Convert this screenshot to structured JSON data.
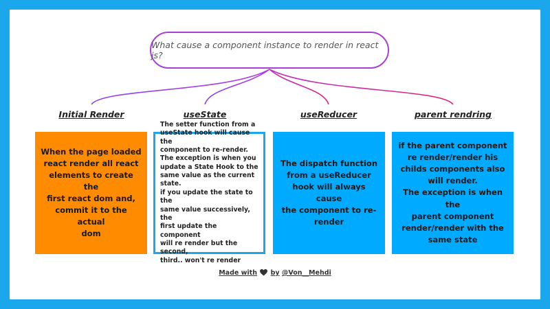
{
  "question": "What cause a component instance to render in react js?",
  "branches": [
    {
      "heading": "Initial Render",
      "text": "When the page loaded\nreact render all react\nelements to create the\nfirst react dom and,\ncommit it to the actual\ndom",
      "color": "#ff8c00"
    },
    {
      "heading": "useState",
      "text": "The setter function from a\nuseState hook will cause the\ncomponent to re-render.\nThe exception is when you\nupdate a State Hook to the\nsame value as the current\nstate.\nif you update the state to the\nsame value successively, the\nfirst update the component\nwill re render but the second,\nthird.. won't re render",
      "color": "#ffffff"
    },
    {
      "heading": "useReducer",
      "text": "The dispatch function\nfrom a useReducer\nhook will always cause\nthe component to re-\nrender",
      "color": "#00aaff"
    },
    {
      "heading": "parent rendring",
      "text": "if the parent component\nre render/render his\nchilds components also\nwill render.\nThe exception is when the\nparent component\nrender/render with the\nsame state",
      "color": "#00aaff"
    }
  ],
  "footer": {
    "prefix": "Made with",
    "heart_icon": "heart-icon",
    "middle": "by",
    "author": "@Von__Mehdi"
  },
  "colors": {
    "background": "#1aa7ec",
    "connector_start": "#8a3ff0",
    "connector_end": "#e0207a"
  }
}
